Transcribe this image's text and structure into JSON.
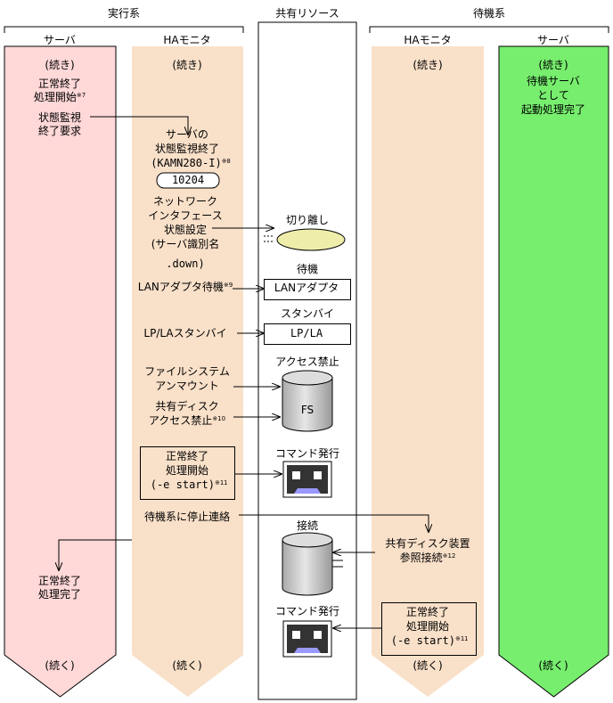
{
  "header": {
    "active_system": "実行系",
    "shared_resources": "共有リソース",
    "standby_system": "待機系"
  },
  "columns": {
    "active_server": "サーバ",
    "active_ha": "HAモニタ",
    "standby_ha": "HAモニタ",
    "standby_server": "サーバ"
  },
  "active_server": {
    "continued_top": "(続き)",
    "normal_start_1": "正常終了",
    "normal_start_2": "処理開始",
    "normal_start_note": "※7",
    "monitor_req_1": "状態監視",
    "monitor_req_2": "終了要求",
    "complete_1": "正常終了",
    "complete_2": "処理完了",
    "continued_bottom": "(続く)"
  },
  "active_ha": {
    "continued_top": "(続き)",
    "monitor_end_1": "サーバの",
    "monitor_end_2": "状態監視終了",
    "monitor_end_3": "(KAMN280-I)",
    "monitor_end_note": "※8",
    "message_code": "10204",
    "nic_1": "ネットワーク",
    "nic_2": "インタフェース",
    "nic_3": "状態設定",
    "nic_4": "(サーバ識別名",
    "nic_5": ".down)",
    "lan_wait": "LANアダプタ待機",
    "lan_wait_note": "※9",
    "lpla_standby": "LP/LAスタンバイ",
    "fs_1": "ファイルシステム",
    "fs_2": "アンマウント",
    "disk_1": "共有ディスク",
    "disk_2": "アクセス禁止",
    "disk_note": "※10",
    "cmd_1": "正常終了",
    "cmd_2": "処理開始",
    "cmd_3": "(-e start)",
    "cmd_note": "※11",
    "notify_stop": "待機系に停止連絡",
    "continued_bottom": "(続く)"
  },
  "shared": {
    "detach": "切り離し",
    "standby": "待機",
    "lan_adapter": "LANアダプタ",
    "standby2": "スタンバイ",
    "lpla": "LP/LA",
    "access_denied": "アクセス禁止",
    "fs": "FS",
    "cmd_issue_1": "コマンド発行",
    "connect": "接続",
    "cmd_issue_2": "コマンド発行"
  },
  "standby_ha": {
    "continued_top": "(続き)",
    "disk_ref_1": "共有ディスク装置",
    "disk_ref_2": "参照接続",
    "disk_ref_note": "※12",
    "cmd_1": "正常終了",
    "cmd_2": "処理開始",
    "cmd_3": "(-e start)",
    "cmd_note": "※11",
    "continued_bottom": "(続く)"
  },
  "standby_server": {
    "continued_top": "(続き)",
    "line_1": "待機サーバ",
    "line_2": "として",
    "line_3": "起動処理完了",
    "continued_bottom": "(続く)"
  },
  "colors": {
    "active_server_fill": "#ffd8d8",
    "ha_fill": "#f9e0c9",
    "standby_server_fill": "#77ee6e",
    "ellipse_fill": "#eeeeaa",
    "cylinder_fill": "#c8c8c8",
    "cmd_face": "#333333",
    "cmd_mouth": "#9999ff"
  }
}
